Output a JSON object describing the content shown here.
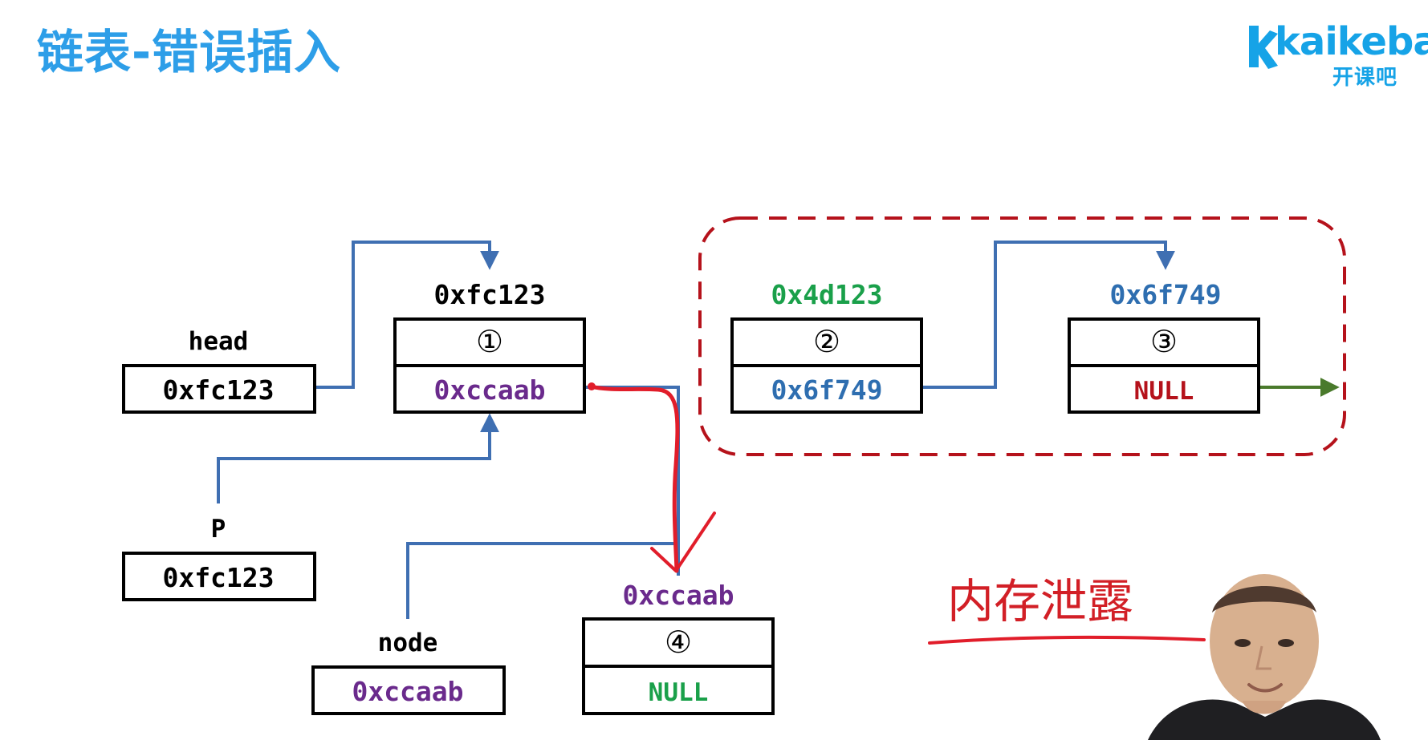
{
  "title": "链表-错误插入",
  "logo": {
    "wordmark": "kaikeba",
    "subtitle": "开课吧",
    "brand_color": "#16a3e7"
  },
  "variables": {
    "head": {
      "label": "head",
      "value": "0xfc123"
    },
    "p": {
      "label": "P",
      "value": "0xfc123"
    },
    "node": {
      "label": "node",
      "value": "0xccaab"
    }
  },
  "nodes": [
    {
      "address": "0xfc123",
      "index": "①",
      "next": "0xccaab",
      "address_color": "#000000",
      "next_color": "#6a2a8c"
    },
    {
      "address": "0x4d123",
      "index": "②",
      "next": "0x6f749",
      "address_color": "#1aa04a",
      "next_color": "#2e6eb0"
    },
    {
      "address": "0x6f749",
      "index": "③",
      "next": "NULL",
      "address_color": "#2e6eb0",
      "next_color": "#b5121b"
    },
    {
      "address": "0xccaab",
      "index": "④",
      "next": "NULL",
      "address_color": "#6a2a8c",
      "next_color": "#1aa04a"
    }
  ],
  "annotation": {
    "text": "内存泄露",
    "color": "#d21f26"
  },
  "colors": {
    "pointer_line": "#3f6fb2",
    "leak_box": "#b5121b",
    "handwriting": "#e11d2a",
    "null_arrow": "#4a7a2c",
    "title": "#2d9ee8"
  }
}
